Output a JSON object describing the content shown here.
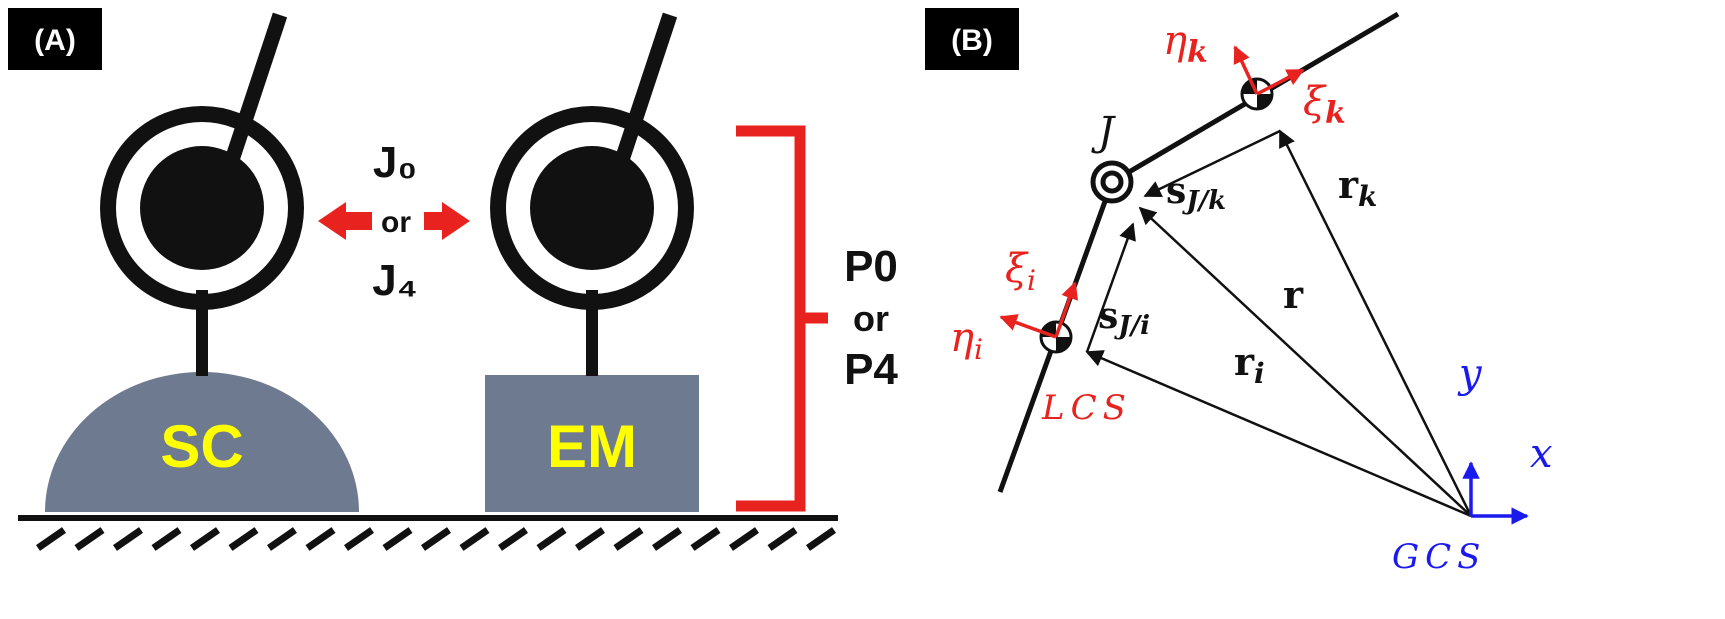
{
  "panel_a": {
    "label": "(A)",
    "left_block": "SC",
    "right_block": "EM",
    "joint_top": "J₀",
    "joint_or": "or",
    "joint_bottom": "J₄",
    "prismatic_top": "P0",
    "prismatic_or": "or",
    "prismatic_bottom": "P4"
  },
  "panel_b": {
    "label": "(B)",
    "joint": "J",
    "eta_k": "η",
    "eta_k_sub": "k",
    "xi_k": "ξ",
    "xi_k_sub": "k",
    "xi_i": "ξ",
    "xi_i_sub": "i",
    "eta_i": "η",
    "eta_i_sub": "i",
    "s_jk": "s",
    "s_jk_sub": "J/k",
    "s_ji": "s",
    "s_ji_sub": "J/i",
    "r_k": "r",
    "r_k_sub": "k",
    "r": "r",
    "r_i": "r",
    "r_i_sub": "i",
    "lcs": "LCS",
    "gcs": "GCS",
    "y_axis": "y",
    "x_axis": "x"
  },
  "colors": {
    "red": "#e8231f",
    "blue": "#1a1aee",
    "block_gray": "#6e7a8f",
    "label_yellow": "#ffff00",
    "black": "#111111"
  }
}
